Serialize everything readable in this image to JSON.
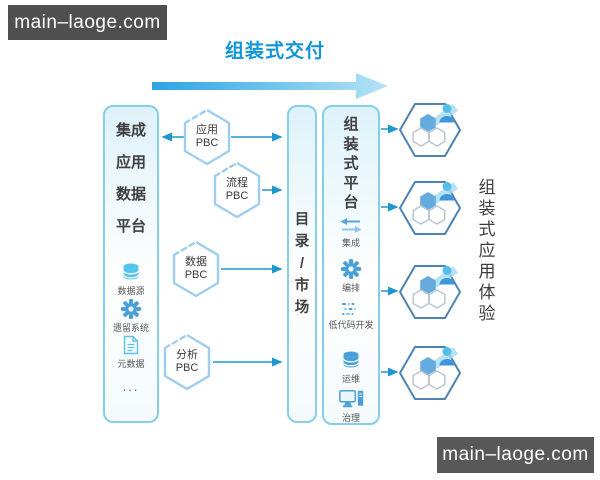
{
  "watermarks": {
    "top": "main–laoge.com",
    "bottom": "main–laoge.com"
  },
  "header": {
    "title": "组装式交付"
  },
  "left_panel": {
    "title_lines": [
      "集成",
      "应用",
      "数据",
      "平台"
    ],
    "items": [
      {
        "icon": "database-icon",
        "label": "数据源"
      },
      {
        "icon": "gear-icon",
        "label": "遗留系统"
      },
      {
        "icon": "document-icon",
        "label": "元数据"
      },
      {
        "icon": "none",
        "label": "..."
      }
    ]
  },
  "pbc_nodes": [
    {
      "line1": "应用",
      "line2": "PBC"
    },
    {
      "line1": "流程",
      "line2": "PBC"
    },
    {
      "line1": "数据",
      "line2": "PBC"
    },
    {
      "line1": "分析",
      "line2": "PBC"
    }
  ],
  "catalog_bar": {
    "chars": [
      "目",
      "录",
      "/",
      "市",
      "场"
    ]
  },
  "platform_panel": {
    "title_chars": [
      "组",
      "装",
      "式",
      "平",
      "台"
    ],
    "items": [
      {
        "icon": "sync-arrows-icon",
        "label": "集成"
      },
      {
        "icon": "gear-icon",
        "label": "编排"
      },
      {
        "icon": "code-icon",
        "label": "低代码开发"
      },
      {
        "icon": "database-icon",
        "label": "运维"
      },
      {
        "icon": "workstation-icon",
        "label": "治理"
      }
    ]
  },
  "experience": {
    "chars": [
      "组",
      "装",
      "式",
      "应",
      "用",
      "体",
      "验"
    ]
  },
  "colors": {
    "title_blue": "#1295d6",
    "connector": "#1f97cc",
    "panel_border": "#86cfe8",
    "pbc_border": "#9fcdee",
    "exp_hex_border": "#4d83b0",
    "inner_hex_fill": "#66abdf",
    "inner_hex_outline": "#b9c6d2",
    "person_head": "#54bde8",
    "person_body": "#3e97da",
    "icon_blue": "#49a0d8",
    "icon_cyan": "#53c4ea",
    "text_dark": "#3f3f3f",
    "label_gray": "#555555",
    "arrow_gradient_start": "#2ba3e2",
    "arrow_gradient_end": "#b5e3f7",
    "watermark_bg": "#4f4f4f"
  }
}
